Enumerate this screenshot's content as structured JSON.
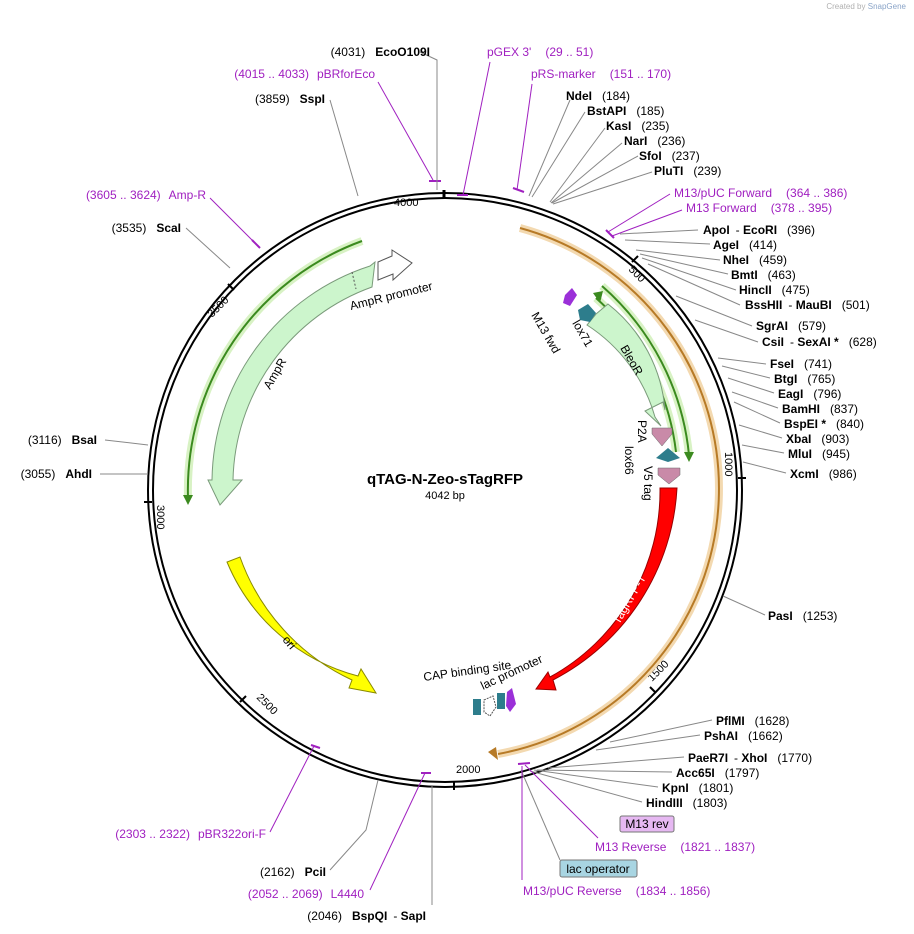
{
  "credit": {
    "prefix": "Created by",
    "brand": "SnapGene"
  },
  "plasmid": {
    "name": "qTAG-N-Zeo-sTagRFP",
    "length": "4042 bp"
  },
  "ticks": [
    "500",
    "1000",
    "1500",
    "2000",
    "2500",
    "3000",
    "3500",
    "4000"
  ],
  "enzymes": [
    {
      "name": "EcoO109I",
      "pos": "(4031)"
    },
    {
      "name": "SspI",
      "pos": "(3859)"
    },
    {
      "name": "ScaI",
      "pos": "(3535)"
    },
    {
      "name": "BsaI",
      "pos": "(3116)"
    },
    {
      "name": "AhdI",
      "pos": "(3055)"
    },
    {
      "name": "NdeI",
      "pos": "(184)"
    },
    {
      "name": "BstAPI",
      "pos": "(185)"
    },
    {
      "name": "KasI",
      "pos": "(235)"
    },
    {
      "name": "NarI",
      "pos": "(236)"
    },
    {
      "name": "SfoI",
      "pos": "(237)"
    },
    {
      "name": "PluTI",
      "pos": "(239)"
    },
    {
      "name": "ApoI",
      "pos": "(396)",
      "alt": "EcoRI"
    },
    {
      "name": "AgeI",
      "pos": "(414)"
    },
    {
      "name": "NheI",
      "pos": "(459)"
    },
    {
      "name": "BmtI",
      "pos": "(463)"
    },
    {
      "name": "HincII",
      "pos": "(475)"
    },
    {
      "name": "BssHII",
      "pos": "(501)",
      "alt": "MauBI"
    },
    {
      "name": "SgrAI",
      "pos": "(579)"
    },
    {
      "name": "CsiI",
      "pos": "(628)",
      "alt": "SexAI *"
    },
    {
      "name": "FseI",
      "pos": "(741)"
    },
    {
      "name": "BtgI",
      "pos": "(765)"
    },
    {
      "name": "EagI",
      "pos": "(796)"
    },
    {
      "name": "BamHI",
      "pos": "(837)"
    },
    {
      "name": "BspEI *",
      "pos": "(840)"
    },
    {
      "name": "XbaI",
      "pos": "(903)"
    },
    {
      "name": "MluI",
      "pos": "(945)"
    },
    {
      "name": "XcmI",
      "pos": "(986)"
    },
    {
      "name": "PasI",
      "pos": "(1253)"
    },
    {
      "name": "PflMI",
      "pos": "(1628)"
    },
    {
      "name": "PshAI",
      "pos": "(1662)"
    },
    {
      "name": "PaeR7I",
      "pos": "(1770)",
      "alt": "XhoI"
    },
    {
      "name": "Acc65I",
      "pos": "(1797)"
    },
    {
      "name": "KpnI",
      "pos": "(1801)"
    },
    {
      "name": "HindIII",
      "pos": "(1803)"
    },
    {
      "name": "PciI",
      "pos": "(2162)"
    },
    {
      "name": "BspQI",
      "pos": "(2046)",
      "alt": "SapI"
    }
  ],
  "primers": [
    {
      "name": "pGEX 3'",
      "range": "(29 .. 51)"
    },
    {
      "name": "pRS-marker",
      "range": "(151 .. 170)"
    },
    {
      "name": "pBRforEco",
      "range": "(4015 .. 4033)"
    },
    {
      "name": "Amp-R",
      "range": "(3605 .. 3624)"
    },
    {
      "name": "M13/pUC Forward",
      "range": "(364 .. 386)"
    },
    {
      "name": "M13 Forward",
      "range": "(378 .. 395)"
    },
    {
      "name": "M13 Reverse",
      "range": "(1821 .. 1837)"
    },
    {
      "name": "M13/pUC Reverse",
      "range": "(1834 .. 1856)"
    },
    {
      "name": "pBR322ori-F",
      "range": "(2303 .. 2322)"
    },
    {
      "name": "L4440",
      "range": "(2052 .. 2069)"
    }
  ],
  "boxed": {
    "m13rev": "M13 rev",
    "lacop": "lac operator"
  },
  "features": {
    "ampr_promoter": "AmpR promoter",
    "ampr": "AmpR",
    "ori": "ori",
    "bleor": "BleoR",
    "lox71": "lox71",
    "m13fwd": "M13 fwd",
    "p2a": "P2A",
    "lox66": "lox66",
    "v5tag": "V5 tag",
    "tagrfp": "TagRFP-T",
    "cap": "CAP binding site",
    "lacpro": "lac promoter"
  },
  "colors": {
    "backbone": "#000000",
    "ampr": "#ccf5cc",
    "ampr_edge": "#7a9a7a",
    "ori": "#ffff00",
    "tagrfp": "#ff0000",
    "orf_orange": "#d99a3c",
    "orf_green": "#3b8a1f",
    "primer": "#a020c0",
    "lox": "#2d7d8c",
    "p2a": "#c98aa8"
  }
}
